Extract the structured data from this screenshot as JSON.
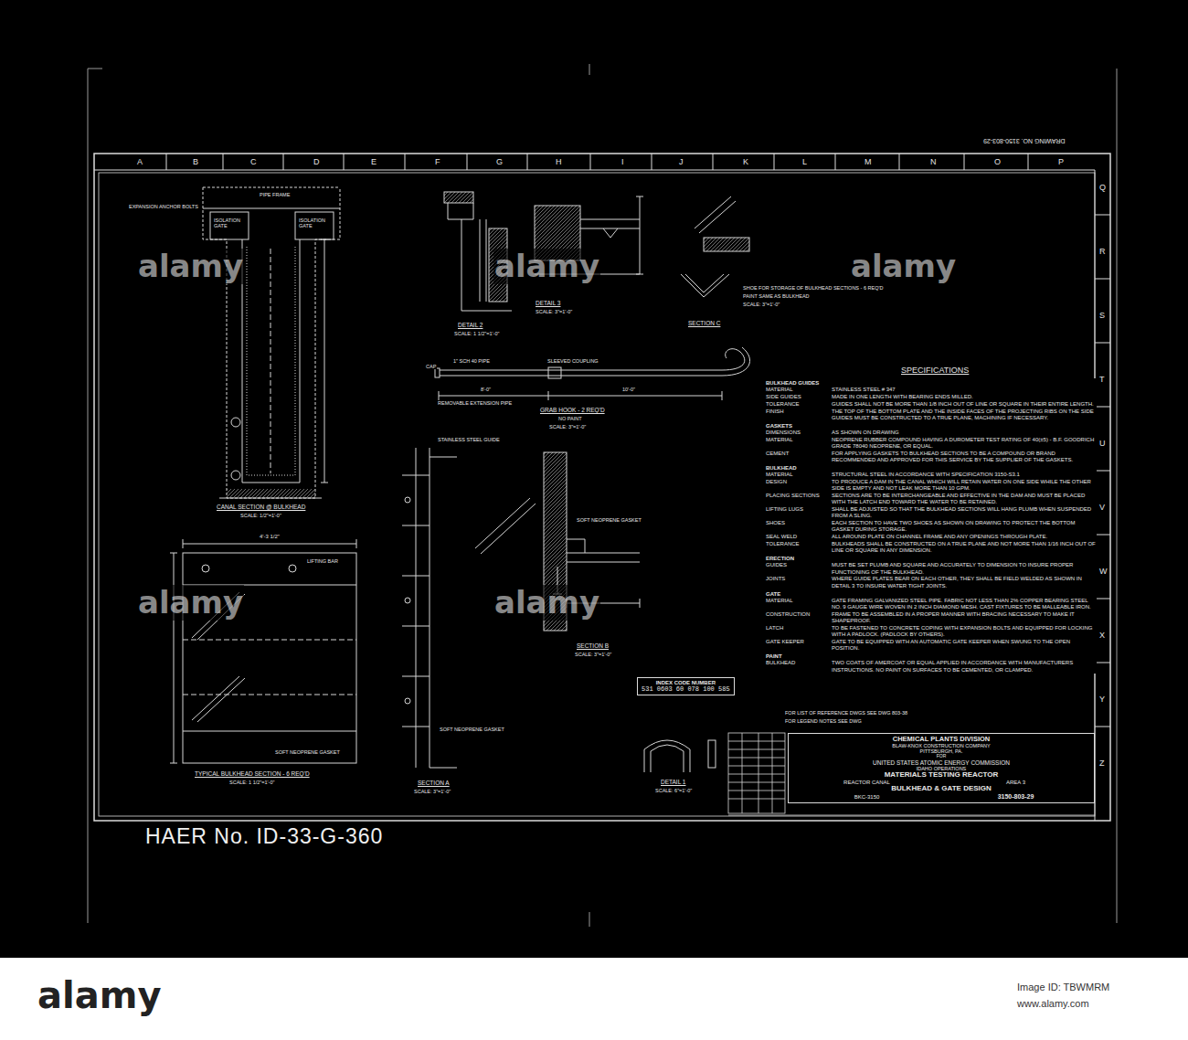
{
  "diagram": {
    "nodes": [
      {
        "text": [
          "CHEMICAL PLANTS DIVISION",
          "BLAW-KNOX CONSTRUCTION COMPANY",
          "PITTSBURGH, PA.",
          "FOR",
          "UNITED STATES ATOMIC ENERGY COMMISSION",
          "IDAHO OPERATIONS",
          "MATERIALS TESTING REACTOR",
          "REACTOR CANAL",
          "AREA 3",
          "BULKHEAD & GATE DESIGN",
          "BKC-3150",
          "3150-803-29"
        ]
      },
      {
        "text": [
          "INDEX CODE NUMBER",
          "531 0603 60 078 100 585"
        ]
      }
    ],
    "labels": [
      "A",
      "B",
      "C",
      "D",
      "E",
      "F",
      "G",
      "H",
      "I",
      "J",
      "K",
      "L",
      "M",
      "N",
      "O",
      "P",
      "Q",
      "R",
      "S",
      "T",
      "U",
      "V",
      "W",
      "X",
      "Y",
      "Z",
      "DRAWING NO. 3150-803-29",
      "CANAL SECTION @ BULKHEAD",
      "SCALE: 1/2\"=1'-0\"",
      "ISOLATION GATE",
      "ISOLATION GATE",
      "EXPANSION ANCHOR BOLTS",
      "PIPE FRAME",
      "TYPICAL BULKHEAD SECTION - 6 REQ'D",
      "SCALE: 1 1/2\"=1'-0\"",
      "LIFTING BAR",
      "4'-3 1/2\"",
      "SOFT NEOPRENE GASKET",
      "DETAIL 2",
      "SCALE: 1 1/2\"=1'-0\"",
      "DETAIL 3",
      "SCALE: 3\"=1'-0\"",
      "SECTION C",
      "SHOE FOR STORAGE OF BULKHEAD SECTIONS - 6 REQ'D",
      "PAINT SAME AS BULKHEAD",
      "SCALE: 3\"=1'-0\"",
      "GRAB HOOK - 2 REQ'D",
      "NO PAINT",
      "SCALE: 3\"=1'-0\"",
      "1\" SCH 40 PIPE",
      "SLEEVED COUPLING",
      "REMOVABLE EXTENSION PIPE",
      "8'-0\"",
      "10'-0\"",
      "CAP",
      "SECTION A",
      "SCALE: 3\"=1'-0\"",
      "SECTION B",
      "SCALE: 3\"=1'-0\"",
      "STAINLESS STEEL GUIDE",
      "SOFT NEOPRENE GASKET",
      "SOFT NEOPRENE GASKET",
      "DETAIL 1",
      "SCALE: 6\"=1'-0\"",
      "SPECIFICATIONS",
      "BULKHEAD GUIDES",
      "MATERIAL",
      "STAINLESS STEEL # 347",
      "SIDE GUIDES",
      "MADE IN ONE LENGTH WITH BEARING ENDS MILLED.",
      "TOLERANCE",
      "GUIDES SHALL NOT BE MORE THAN 1/8 INCH OUT OF LINE OR SQUARE IN THEIR ENTIRE LENGTH.",
      "FINISH",
      "THE TOP OF THE BOTTOM PLATE AND THE INSIDE FACES OF THE PROJECTING RIBS ON THE SIDE GUIDES MUST BE CONSTRUCTED TO A TRUE PLANE, MACHINING IF NECESSARY.",
      "GASKETS",
      "DIMENSIONS",
      "AS SHOWN ON DRAWING",
      "MATERIAL",
      "NEOPRENE RUBBER COMPOUND HAVING A DUROMETER TEST RATING OF 40(±5) - B.F. GOODRICH GRADE 78040 NEOPRENE, OR EQUAL.",
      "CEMENT",
      "FOR APPLYING GASKETS TO BULKHEAD SECTIONS TO BE A COMPOUND OR BRAND RECOMMENDED AND APPROVED FOR THIS SERVICE BY THE SUPPLIER OF THE GASKETS.",
      "BULKHEAD",
      "MATERIAL",
      "STRUCTURAL STEEL IN ACCORDANCE WITH SPECIFICATION 3150-S3.1",
      "DESIGN",
      "TO PRODUCE A DAM IN THE CANAL WHICH WILL RETAIN WATER ON ONE SIDE WHILE THE OTHER SIDE IS EMPTY AND NOT LEAK MORE THAN 10 GPM.",
      "PLACING SECTIONS",
      "SECTIONS ARE TO BE INTERCHANGEABLE AND EFFECTIVE IN THE DAM AND MUST BE PLACED WITH THE LATCH END TOWARD THE WATER TO BE RETAINED.",
      "LIFTING LUGS",
      "SHALL BE ADJUSTED SO THAT THE BULKHEAD SECTIONS WILL HANG PLUMB WHEN SUSPENDED FROM A SLING.",
      "SHOES",
      "EACH SECTION TO HAVE TWO SHOES AS SHOWN ON DRAWING TO PROTECT THE BOTTOM GASKET DURING STORAGE.",
      "SEAL WELD",
      "ALL AROUND PLATE ON CHANNEL FRAME AND ANY OPENINGS THROUGH PLATE.",
      "TOLERANCE",
      "BULKHEADS SHALL BE CONSTRUCTED ON A TRUE PLANE AND NOT MORE THAN 1/16 INCH OUT OF LINE OR SQUARE IN ANY DIMENSION.",
      "ERECTION",
      "GUIDES",
      "MUST BE SET PLUMB AND SQUARE AND ACCURATELY TO DIMENSION TO INSURE PROPER FUNCTIONING OF THE BULKHEAD.",
      "JOINTS",
      "WHERE GUIDE PLATES BEAR ON EACH OTHER, THEY SHALL BE FIELD WELDED AS SHOWN IN DETAIL 3 TO INSURE WATER TIGHT JOINTS.",
      "GATE",
      "MATERIAL",
      "GATE FRAMING GALVANIZED STEEL PIPE. FABRIC NOT LESS THAN 2% COPPER BEARING STEEL NO. 9 GAUGE WIRE WOVEN IN 2 INCH DIAMOND MESH. CAST FIXTURES TO BE MALLEABLE IRON.",
      "CONSTRUCTION",
      "FRAME TO BE ASSEMBLED IN A PROPER MANNER WITH BRACING NECESSARY TO MAKE IT SHAPEPROOF.",
      "LATCH",
      "TO BE FASTENED TO CONCRETE COPING WITH EXPANSION BOLTS AND EQUIPPED FOR LOCKING WITH A PADLOCK. (PADLOCK BY OTHERS).",
      "GATE KEEPER",
      "GATE TO BE EQUIPPED WITH AN AUTOMATIC GATE KEEPER WHEN SWUNG TO THE OPEN POSITION.",
      "PAINT",
      "BULKHEAD",
      "TWO COATS OF AMERCOAT OR EQUAL APPLIED IN ACCORDANCE WITH MANUFACTURERS INSTRUCTIONS. NO PAINT ON SURFACES TO BE CEMENTED, OR CLAMPED.",
      "FOR LIST OF REFERENCE DWGS SEE DWG 803-38",
      "FOR LEGEND NOTES SEE DWG",
      "HAER No. ID-33-G-360",
      "alamy",
      "alamy",
      "alamy",
      "alamy",
      "alamy",
      "alamy",
      "alamy",
      "Image ID: TBWMRM",
      "www.alamy.com"
    ]
  }
}
